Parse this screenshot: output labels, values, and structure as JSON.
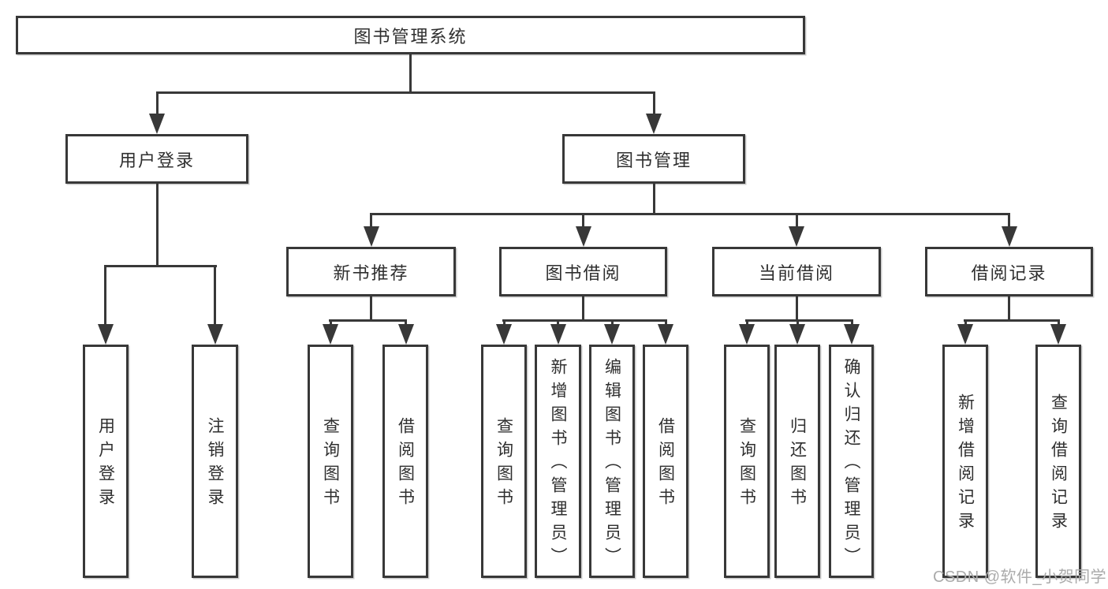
{
  "diagram": {
    "root": {
      "label": "图书管理系统"
    },
    "user_login": {
      "label": "用户登录",
      "children": [
        {
          "label": "用户登录"
        },
        {
          "label": "注销登录"
        }
      ]
    },
    "book_management": {
      "label": "图书管理",
      "children": [
        {
          "label": "新书推荐",
          "children": [
            {
              "label": "查询图书"
            },
            {
              "label": "借阅图书"
            }
          ]
        },
        {
          "label": "图书借阅",
          "children": [
            {
              "label": "查询图书"
            },
            {
              "label": "新增图书（管理员）"
            },
            {
              "label": "编辑图书（管理员）"
            },
            {
              "label": "借阅图书"
            }
          ]
        },
        {
          "label": "当前借阅",
          "children": [
            {
              "label": "查询图书"
            },
            {
              "label": "归还图书"
            },
            {
              "label": "确认归还（管理员）"
            }
          ]
        },
        {
          "label": "借阅记录",
          "children": [
            {
              "label": "新增借阅记录"
            },
            {
              "label": "查询借阅记录"
            }
          ]
        }
      ]
    },
    "watermark": {
      "text": "CSDN @软件_小贺同学"
    },
    "style": {
      "line_color": "#383838",
      "text_color": "#2f2f2f",
      "watermark_color": "#ababab",
      "background": "#ffffff"
    }
  }
}
